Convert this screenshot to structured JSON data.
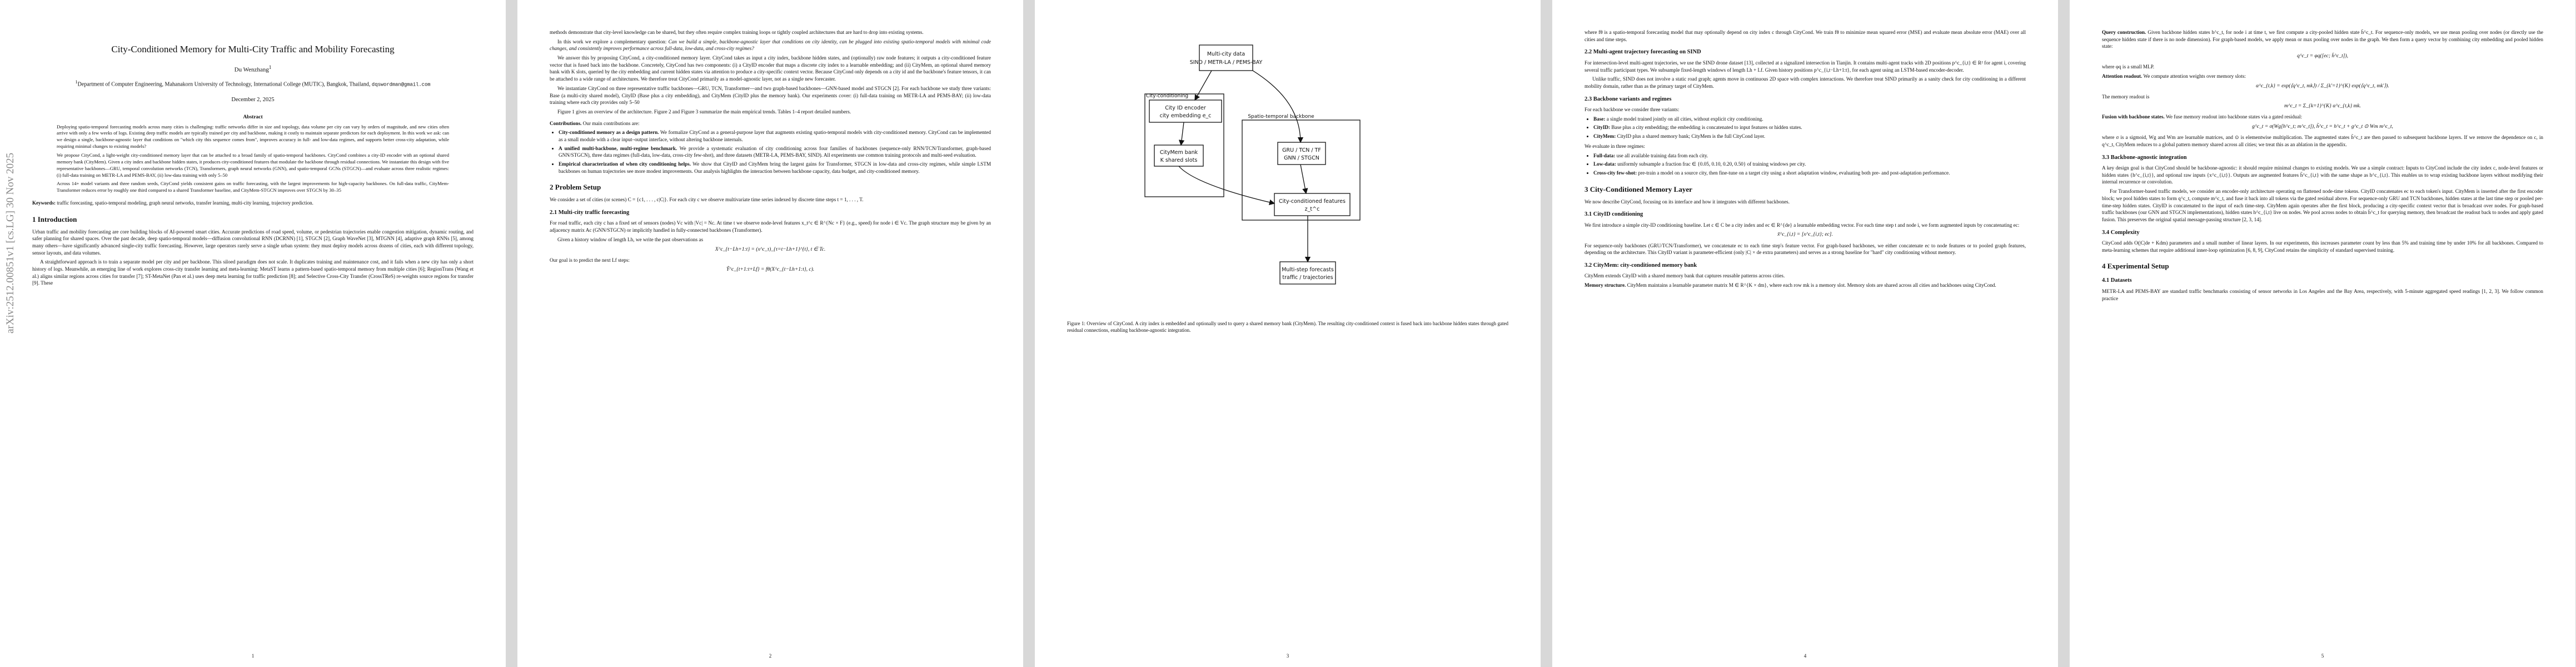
{
  "page1": {
    "arxiv_stamp": "arXiv:2512.00851v1  [cs.LG]  30 Nov 2025",
    "title": "City-Conditioned Memory for Multi-City Traffic and Mobility Forecasting",
    "author": "Du Wenzhang",
    "affiliation": "Department of Computer Engineering, Mahanakorn University of Technology, International College (MUTIC), Bangkok, Thailand",
    "email": "dqswordman@gmail.com",
    "date": "December 2, 2025",
    "abstract_heading": "Abstract",
    "abstract_1": "Deploying spatio-temporal forecasting models across many cities is challenging: traffic networks differ in size and topology, data volume per city can vary by orders of magnitude, and new cities often arrive with only a few weeks of logs. Existing deep traffic models are typically trained per city and backbone, making it costly to maintain separate predictors for each deployment. In this work we ask: can we design a single, backbone-agnostic layer that conditions on \"which city this sequence comes from\", improves accuracy in full- and low-data regimes, and supports better cross-city adaptation, while requiring minimal changes to existing models?",
    "abstract_2": "We propose CityCond, a light-weight city-conditioned memory layer that can be attached to a broad family of spatio-temporal backbones. CityCond combines a city-ID encoder with an optional shared memory bank (CityMem). Given a city index and backbone hidden states, it produces city-conditioned features that modulate the backbone through residual connections. We instantiate this design with five representative backbones—GRU, temporal convolution networks (TCN), Transformers, graph neural networks (GNN), and spatio-temporal GCNs (STGCN)—and evaluate across three realistic regimes: (i) full-data training on METR-LA and PEMS-BAY, (ii) low-data training with only 5–50",
    "abstract_3": "Across 14+ model variants and three random seeds, CityCond yields consistent gains on traffic forecasting, with the largest improvements for high-capacity backbones. On full-data traffic, CityMem-Transformer reduces error by roughly one third compared to a shared Transformer baseline, and CityMem-STGCN improves over STGCN by 30–35",
    "keywords_label": "Keywords:",
    "keywords": "traffic forecasting, spatio-temporal modeling, graph neural networks, transfer learning, multi-city learning, trajectory prediction.",
    "intro_heading": "1   Introduction",
    "intro_1": "Urban traffic and mobility forecasting are core building blocks of AI-powered smart cities. Accurate predictions of road speed, volume, or pedestrian trajectories enable congestion mitigation, dynamic routing, and safer planning for shared spaces. Over the past decade, deep spatio-temporal models—diffusion convolutional RNN (DCRNN) [1], STGCN [2], Graph WaveNet [3], MTGNN [4], adaptive graph RNNs [5], among many others—have significantly advanced single-city traffic forecasting. However, large operators rarely serve a single urban system: they must deploy models across dozens of cities, each with different topology, sensor layouts, and data volumes.",
    "intro_2": "A straightforward approach is to train a separate model per city and per backbone. This siloed paradigm does not scale. It duplicates training and maintenance cost, and it fails when a new city has only a short history of logs. Meanwhile, an emerging line of work explores cross-city transfer learning and meta-learning: MetaST learns a pattern-based spatio-temporal memory from multiple cities [6]; RegionTrans (Wang et al.) aligns similar regions across cities for transfer [7]; ST-MetaNet (Pan et al.) uses deep meta learning for traffic prediction [8]; and Selective Cross-City Transfer (CrossTReS) re-weights source regions for transfer [9]. These",
    "page_number": "1"
  },
  "page2": {
    "p1": "methods demonstrate that city-level knowledge can be shared, but they often require complex training loops or tightly coupled architectures that are hard to drop into existing systems.",
    "p2_a": "In this work we explore a complementary question:",
    "p2_q": "Can we build a simple, backbone-agnostic layer that conditions on city identity, can be plugged into existing spatio-temporal models with minimal code changes, and consistently improves performance across full-data, low-data, and cross-city regimes?",
    "p3": "We answer this by proposing CityCond, a city-conditioned memory layer. CityCond takes as input a city index, backbone hidden states, and (optionally) raw node features; it outputs a city-conditioned feature vector that is fused back into the backbone. Concretely, CityCond has two components: (i) a CityID encoder that maps a discrete city index to a learnable embedding; and (ii) CityMem, an optional shared memory bank with K slots, queried by the city embedding and current hidden states via attention to produce a city-specific context vector. Because CityCond only depends on a city id and the backbone's feature tensors, it can be attached to a wide range of architectures. We therefore treat CityCond primarily as a model-agnostic layer, not as a single new forecaster.",
    "p4": "We instantiate CityCond on three representative traffic backbones—GRU, TCN, Transformer—and two graph-based backbones—GNN-based model and STGCN [2]. For each backbone we study three variants: Base (a multi-city shared model), CityID (Base plus a city embedding), and CityMem (CityID plus the memory bank). Our experiments cover: (i) full-data training on METR-LA and PEMS-BAY; (ii) low-data training where each city provides only 5–50",
    "p5": "Figure 1 gives an overview of the architecture. Figure 2 and Figure 3 summarize the main empirical trends. Tables 1–4 report detailed numbers.",
    "contrib_label": "Contributions.",
    "contrib_intro": "Our main contributions are:",
    "bullets": [
      {
        "head": "City-conditioned memory as a design pattern.",
        "text": "We formalize CityCond as a general-purpose layer that augments existing spatio-temporal models with city-conditioned memory. CityCond can be implemented as a small module with a clear input–output interface, without altering backbone internals."
      },
      {
        "head": "A unified multi-backbone, multi-regime benchmark.",
        "text": "We provide a systematic evaluation of city conditioning across four families of backbones (sequence-only RNN/TCN/Transformer, graph-based GNN/STGCN), three data regimes (full-data, low-data, cross-city few-shot), and three datasets (METR-LA, PEMS-BAY, SIND). All experiments use common training protocols and multi-seed evaluation."
      },
      {
        "head": "Empirical characterization of when city conditioning helps.",
        "text": "We show that CityID and CityMem bring the largest gains for Transformer, STGCN in low-data and cross-city regimes, while simple LSTM backbones on human trajectories see more modest improvements. Our analysis highlights the interaction between backbone capacity, data budget, and city-conditioned memory."
      }
    ],
    "problem_heading": "2   Problem Setup",
    "problem_p1": "We consider a set of cities (or scenes) C = {c1, . . . , c|C|}. For each city c we observe multivariate time series indexed by discrete time steps t = 1, . . . , T.",
    "sec21_heading": "2.1   Multi-city traffic forecasting",
    "sec21_p1": "For road traffic, each city c has a fixed set of sensors (nodes) Vc with |Vc| = Nc. At time t we observe node-level features x_t^c ∈ R^{Nc × F} (e.g., speed) for node i ∈ Vc. The graph structure may be given by an adjacency matrix Ac (GNN/STGCN) or implicitly handled in fully-connected backbones (Transformer).",
    "sec21_p2": "Given a history window of length Lh, we write the past observations as",
    "eq1": "X^c_{t−Lh+1:t} = (x^c_τ)_{τ=t−Lh+1}^{t},   t ∈ Tc.",
    "sec21_p3": "Our goal is to predict the next Lf steps:",
    "eq2": "Ŷ^c_{t+1:t+Lf} = fθ(X^c_{t−Lh+1:t}, c).",
    "page_number": "2"
  },
  "page3": {
    "diagram": {
      "input_l1": "Multi-city data",
      "input_l2": "SIND / METR-LA / PEMS-BAY",
      "cc_label": "City-conditioning",
      "enc_l1": "City ID encoder",
      "enc_l2": "city embedding e_c",
      "mem_l1": "CityMem bank",
      "mem_l2": "K shared slots",
      "bb_label": "Spatio-temporal backbone",
      "gru_l1": "GRU / TCN / TF",
      "gru_l2": "GNN / STGCN",
      "feat_l1": "City-conditioned features",
      "feat_l2": "z_t^c",
      "out_l1": "Multi-step forecasts",
      "out_l2": "traffic / trajectories"
    },
    "caption": "Figure 1: Overview of CityCond. A city index is embedded and optionally used to query a shared memory bank (CityMem). The resulting city-conditioned context is fused back into backbone hidden states through gated residual connections, enabling backbone-agnostic integration.",
    "page_number": "3"
  },
  "page4": {
    "p1": "where fθ is a spatio-temporal forecasting model that may optionally depend on city index c through CityCond. We train fθ to minimize mean squared error (MSE) and evaluate mean absolute error (MAE) over all cities and time steps.",
    "sec22_heading": "2.2   Multi-agent trajectory forecasting on SIND",
    "sec22_p1": "For intersection-level multi-agent trajectories, we use the SIND drone dataset [13], collected at a signalized intersection in Tianjin. It contains multi-agent tracks with 2D positions p^c_{i,t} ∈ R² for agent i, covering several traffic participant types. We subsample fixed-length windows of length Lh + Lf. Given history positions p^c_{i,t−Lh+1:t}, for each agent using an LSTM-based encoder-decoder.",
    "sec22_p2": "Unlike traffic, SIND does not involve a static road graph; agents move in continuous 2D space with complex interactions. We therefore treat SIND primarily as a sanity check for city conditioning in a different mobility domain, rather than as the primary target of CityMem.",
    "sec23_heading": "2.3   Backbone variants and regimes",
    "sec23_p1": "For each backbone we consider three variants:",
    "variants": [
      {
        "head": "Base:",
        "text": "a single model trained jointly on all cities, without explicit city conditioning."
      },
      {
        "head": "CityID:",
        "text": "Base plus a city embedding; the embedding is concatenated to input features or hidden states."
      },
      {
        "head": "CityMem:",
        "text": "CityID plus a shared memory bank; CityMem is the full CityCond layer."
      }
    ],
    "sec23_p2": "We evaluate in three regimes:",
    "regimes": [
      {
        "head": "Full-data:",
        "text": "use all available training data from each city."
      },
      {
        "head": "Low-data:",
        "text": "uniformly subsample a fraction frac ∈ {0.05, 0.10, 0.20, 0.50} of training windows per city."
      },
      {
        "head": "Cross-city few-shot:",
        "text": "pre-train a model on a source city, then fine-tune on a target city using a short adaptation window, evaluating both pre- and post-adaptation performance."
      }
    ],
    "sec3_heading": "3   City-Conditioned Memory Layer",
    "sec3_p1": "We now describe CityCond, focusing on its interface and how it integrates with different backbones.",
    "sec31_heading": "3.1   CityID conditioning",
    "sec31_p1": "We first introduce a simple city-ID conditioning baseline. Let c ∈ C be a city index and ec ∈ R^{de} a learnable embedding vector. For each time step t and node i, we form augmented inputs by concatenating ec:",
    "eq3": "x̃^c_{i,t} = [x^c_{i,t}; ec].",
    "sec31_p2": "For sequence-only backbones (GRU/TCN/Transformer), we concatenate ec to each time step's feature vector. For graph-based backbones, we either concatenate ec to node features or to pooled graph features, depending on the architecture. This CityID variant is parameter-efficient (only |C| × de extra parameters) and serves as a strong baseline for \"hard\" city conditioning without memory.",
    "sec32_heading": "3.2   CityMem: city-conditioned memory bank",
    "sec32_p1": "CityMem extends CityID with a shared memory bank that captures reusable patterns across cities.",
    "mem_label": "Memory structure.",
    "mem_text": "CityMem maintains a learnable parameter matrix M ∈ R^{K × dm}, where each row mk is a memory slot. Memory slots are shared across all cities and backbones using CityCond.",
    "page_number": "4"
  },
  "page5": {
    "qc_label": "Query construction.",
    "qc_text": "Given backbone hidden states h^c_t, for node i at time t, we first compute a city-pooled hidden state h̄^c_t. For sequence-only models, we use mean pooling over nodes (or directly use the sequence hidden state if there is no node dimension). For graph-based models, we apply mean or max pooling over nodes in the graph. We then form a query vector by combining city embedding and pooled hidden state:",
    "eq4": "q^c_t = φq([ec; h̄^c_t]),",
    "qc_tail": "where φq is a small MLP.",
    "att_label": "Attention readout.",
    "att_text": "We compute attention weights over memory slots:",
    "eq5": "α^c_{t,k} = exp(⟨q^c_t, mk⟩) / Σ_{k'=1}^{K} exp(⟨q^c_t, mk'⟩).",
    "readout_text": "The memory readout is",
    "eq6": "m^c_t = Σ_{k=1}^{K} α^c_{t,k} mk.",
    "fusion_label": "Fusion with backbone states.",
    "fusion_text": "We fuse memory readout into backbone states via a gated residual:",
    "eq7": "g^c_t = σ(Wg[h^c_t; m^c_t]),    h̃^c_t = h^c_t + g^c_t ⊙ Wm m^c_t,",
    "fusion_p2": "where σ is a sigmoid, Wg and Wm are learnable matrices, and ⊙ is elementwise multiplication. The augmented states h̃^c_t are then passed to subsequent backbone layers. If we remove the dependence on c, in q^c_t, CityMem reduces to a global pattern memory shared across all cities; we treat this as an ablation in the appendix.",
    "sec33_heading": "3.3   Backbone-agnostic integration",
    "sec33_p1": "A key design goal is that CityCond should be backbone-agnostic: it should require minimal changes to existing models. We use a simple contract: Inputs to CityCond include the city index c, node-level features or hidden states {h^c_{i,t}}, and optional raw inputs {x^c_{i,t}}. Outputs are augmented features h̃^c_{i,t} with the same shape as h^c_{i,t}. This enables us to wrap existing backbone layers without modifying their internal recurrence or convolution.",
    "sec33_p2": "For Transformer-based traffic models, we consider an encoder-only architecture operating on flattened node-time tokens. CityID concatenates ec to each token's input. CityMem is inserted after the first encoder block; we pool hidden states to form q^c_t, compute m^c_t, and fuse it back into all tokens via the gated residual above. For sequence-only GRU and TCN backbones, hidden states at the last time step or pooled per-time-step hidden states. CityID is concatenated to the input of each time-step. CityMem again operates after the first block, producing a city-specific context vector that is broadcast over nodes. For graph-based traffic backbones (our GNN and STGCN implementations), hidden states h^c_{i,t} live on nodes. We pool across nodes to obtain h̄^c_t for querying memory, then broadcast the readout back to nodes and apply gated fusion. This preserves the original spatial message-passing structure [2, 3, 14].",
    "sec34_heading": "3.4   Complexity",
    "sec34_p1": "CityCond adds O(|C|de + Kdm) parameters and a small number of linear layers. In our experiments, this increases parameter count by less than 5% and training time by under 10% for all backbones. Compared to meta-learning schemes that require additional inner-loop optimization [6, 8, 9], CityCond retains the simplicity of standard supervised training.",
    "sec4_heading": "4   Experimental Setup",
    "sec41_heading": "4.1   Datasets",
    "sec41_p1": "METR-LA and PEMS-BAY are standard traffic benchmarks consisting of sensor networks in Los Angeles and the Bay Area, respectively, with 5-minute aggregated speed readings [1, 2, 3]. We follow common practice",
    "page_number": "5"
  }
}
